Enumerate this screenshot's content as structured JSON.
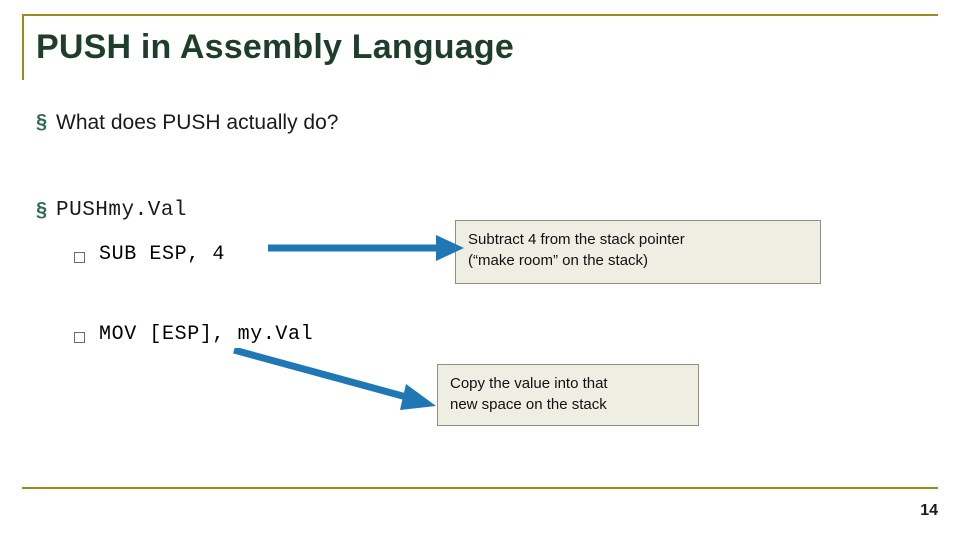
{
  "slide": {
    "title": "PUSH in Assembly Language",
    "page_number": "14",
    "accent_rule_color": "#9a8b1a",
    "title_color": "#1f3d2b",
    "arrow_color": "#1f77b4",
    "callout_bg": "#efeee3",
    "callout_border": "#8f8f82"
  },
  "bullets": [
    {
      "marker": "§",
      "text": "What does PUSH actually do?"
    },
    {
      "marker": "§",
      "text_plain": "PUSH ",
      "text_mono": "my.Val"
    }
  ],
  "sub_bullets": [
    {
      "marker": "q",
      "text": "SUB ESP, 4"
    },
    {
      "marker": "q",
      "text": "MOV [ESP], my.Val"
    }
  ],
  "callouts": [
    {
      "line1": "Subtract 4 from the stack pointer",
      "line2": "(“make room” on the stack)"
    },
    {
      "line1": "Copy the value into that",
      "line2": "new space on the stack"
    }
  ]
}
